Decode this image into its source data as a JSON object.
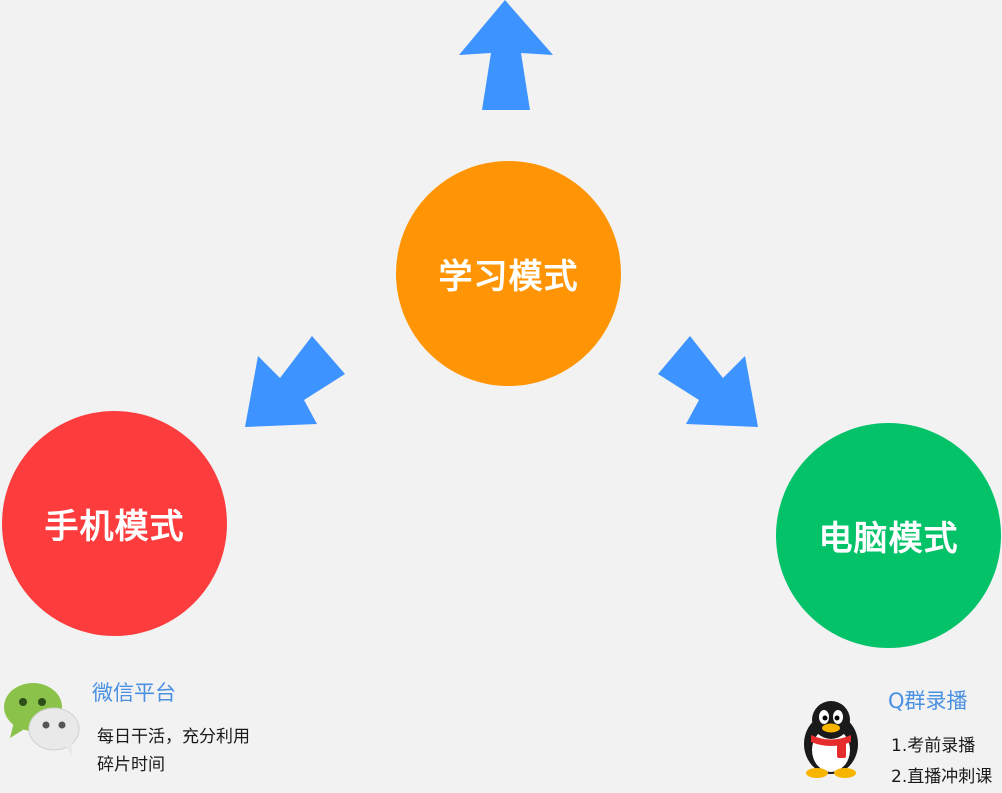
{
  "center": {
    "label": "学习模式",
    "color": "#ff9504"
  },
  "left": {
    "label": "手机模式",
    "color": "#fc3c3d",
    "platform_title": "微信平台",
    "platform_lines": [
      "每日干活，充分利用",
      "碎片时间"
    ],
    "icon": "wechat-icon"
  },
  "right": {
    "label": "电脑模式",
    "color": "#04c268",
    "platform_title": "Q群录播",
    "platform_lines": [
      "1.考前录播",
      "2.直播冲刺课"
    ],
    "icon": "qq-penguin-icon"
  },
  "arrows": {
    "color": "#3d93ff",
    "icon": "arrow-icon"
  },
  "accent_text_color": "#4a90e2"
}
